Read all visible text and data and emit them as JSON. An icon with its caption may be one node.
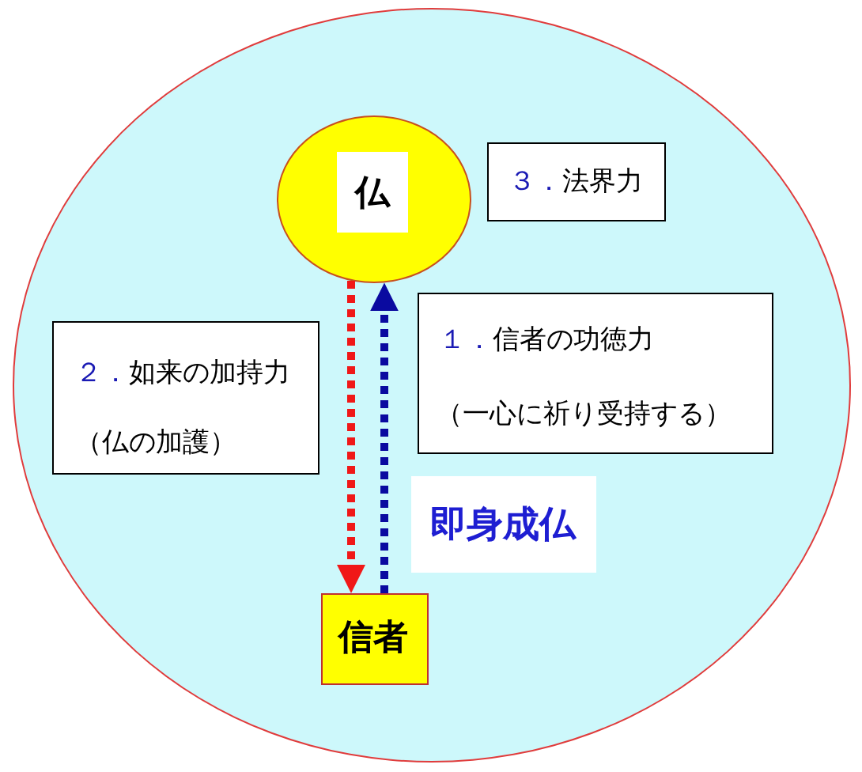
{
  "diagram": {
    "nodes": [
      {
        "text": [],
        "shape": "ellipse"
      },
      {
        "text": [
          "仏"
        ],
        "in": 0
      },
      {
        "text": [
          "３．",
          "法界力"
        ],
        "in": 0
      },
      {
        "text": [
          "２．",
          "如来の加持力",
          "（仏の加護）"
        ],
        "in": 0
      },
      {
        "text": [
          "１．",
          "信者の功徳力",
          "（一心に祈り受持する）"
        ],
        "in": 0
      },
      {
        "text": [
          "即身成仏"
        ],
        "in": 0
      },
      {
        "text": [
          "信者"
        ],
        "in": 0
      }
    ],
    "edges": [
      {
        "from": 1,
        "to": 6,
        "arrow": "to",
        "style": "dashed",
        "color": "#f01818"
      },
      {
        "from": 6,
        "to": 1,
        "arrow": "to",
        "style": "dashed",
        "color": "#0a0aa0"
      }
    ]
  }
}
